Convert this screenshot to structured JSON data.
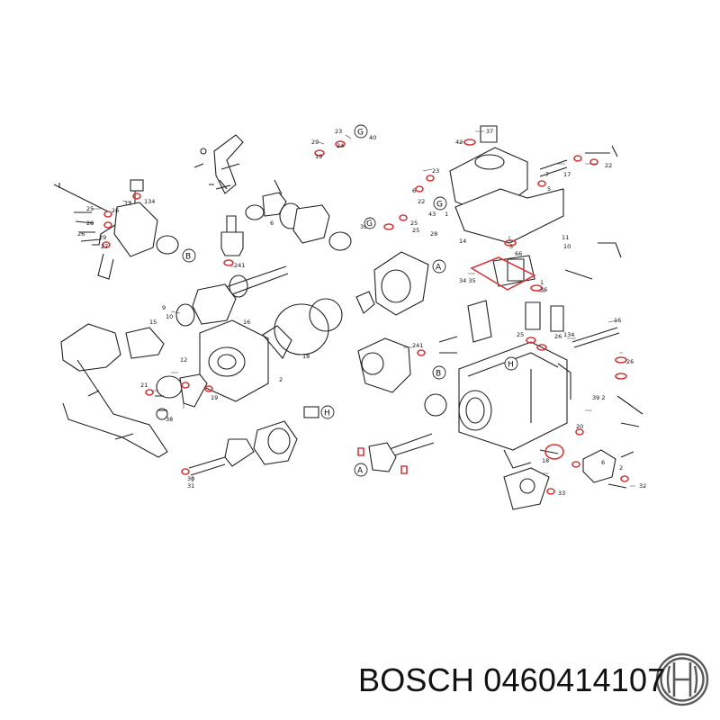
{
  "caption": {
    "brand": "BOSCH",
    "part_number": "0460414107"
  },
  "logo": {
    "icon": "bosch-armature-icon",
    "color": "#5a5a5a"
  },
  "seal_color": "#d23a3a",
  "callouts": [
    {
      "id": "c37",
      "text": "37"
    },
    {
      "id": "c42",
      "text": "42"
    },
    {
      "id": "c29a",
      "text": "29"
    },
    {
      "id": "c23a",
      "text": "23"
    },
    {
      "id": "c40",
      "text": "40"
    },
    {
      "id": "c24a",
      "text": "24"
    },
    {
      "id": "c19a",
      "text": "19"
    },
    {
      "id": "c23b",
      "text": "23"
    },
    {
      "id": "c6a",
      "text": "6"
    },
    {
      "id": "c22a",
      "text": "22"
    },
    {
      "id": "c25a",
      "text": "25"
    },
    {
      "id": "c7",
      "text": "7"
    },
    {
      "id": "c17",
      "text": "17"
    },
    {
      "id": "c22b",
      "text": "22"
    },
    {
      "id": "c43",
      "text": "43"
    },
    {
      "id": "c5",
      "text": "5"
    },
    {
      "id": "c1a",
      "text": "1"
    },
    {
      "id": "c25b",
      "text": "25"
    },
    {
      "id": "c39",
      "text": "39"
    },
    {
      "id": "c28a",
      "text": "28"
    },
    {
      "id": "c14",
      "text": "14"
    },
    {
      "id": "c11",
      "text": "11"
    },
    {
      "id": "c10",
      "text": "10"
    },
    {
      "id": "c13",
      "text": "13"
    },
    {
      "id": "c134",
      "text": "134"
    },
    {
      "id": "c25c",
      "text": "25"
    },
    {
      "id": "c26a",
      "text": "26"
    },
    {
      "id": "c28b",
      "text": "28"
    },
    {
      "id": "c26b",
      "text": "26"
    },
    {
      "id": "c29b",
      "text": "29"
    },
    {
      "id": "c27",
      "text": "27"
    },
    {
      "id": "c241a",
      "text": "241"
    },
    {
      "id": "c6b",
      "text": "6"
    },
    {
      "id": "c5b",
      "text": "5"
    },
    {
      "id": "c3435",
      "text": "34 35"
    },
    {
      "id": "c66",
      "text": "66"
    },
    {
      "id": "c1b",
      "text": "1"
    },
    {
      "id": "c36",
      "text": "36"
    },
    {
      "id": "c9",
      "text": "9"
    },
    {
      "id": "c10b",
      "text": "10"
    },
    {
      "id": "c15",
      "text": "15"
    },
    {
      "id": "c16",
      "text": "16"
    },
    {
      "id": "c18",
      "text": "18"
    },
    {
      "id": "c2",
      "text": "2"
    },
    {
      "id": "c241b",
      "text": "241"
    },
    {
      "id": "c12",
      "text": "12"
    },
    {
      "id": "c21",
      "text": "21"
    },
    {
      "id": "c38",
      "text": "38"
    },
    {
      "id": "c19b",
      "text": "19"
    },
    {
      "id": "c25d",
      "text": "25"
    },
    {
      "id": "c26c",
      "text": "26"
    },
    {
      "id": "c134b",
      "text": "134"
    },
    {
      "id": "c26d",
      "text": "26"
    },
    {
      "id": "c392",
      "text": "39 2"
    },
    {
      "id": "c20",
      "text": "20"
    },
    {
      "id": "c18b",
      "text": "18"
    },
    {
      "id": "c32",
      "text": "32"
    },
    {
      "id": "c33",
      "text": "33"
    },
    {
      "id": "c31",
      "text": "31"
    },
    {
      "id": "c30",
      "text": "30"
    },
    {
      "id": "c16b",
      "text": "16"
    },
    {
      "id": "c6c",
      "text": "6"
    },
    {
      "id": "c2b",
      "text": "2"
    }
  ],
  "refs": [
    {
      "id": "rG1",
      "text": "G"
    },
    {
      "id": "rG2",
      "text": "G"
    },
    {
      "id": "rG3",
      "text": "G"
    },
    {
      "id": "rB1",
      "text": "B"
    },
    {
      "id": "rB2",
      "text": "B"
    },
    {
      "id": "rA1",
      "text": "A"
    },
    {
      "id": "rA2",
      "text": "A"
    },
    {
      "id": "rH1",
      "text": "H"
    },
    {
      "id": "rH2",
      "text": "H"
    }
  ]
}
